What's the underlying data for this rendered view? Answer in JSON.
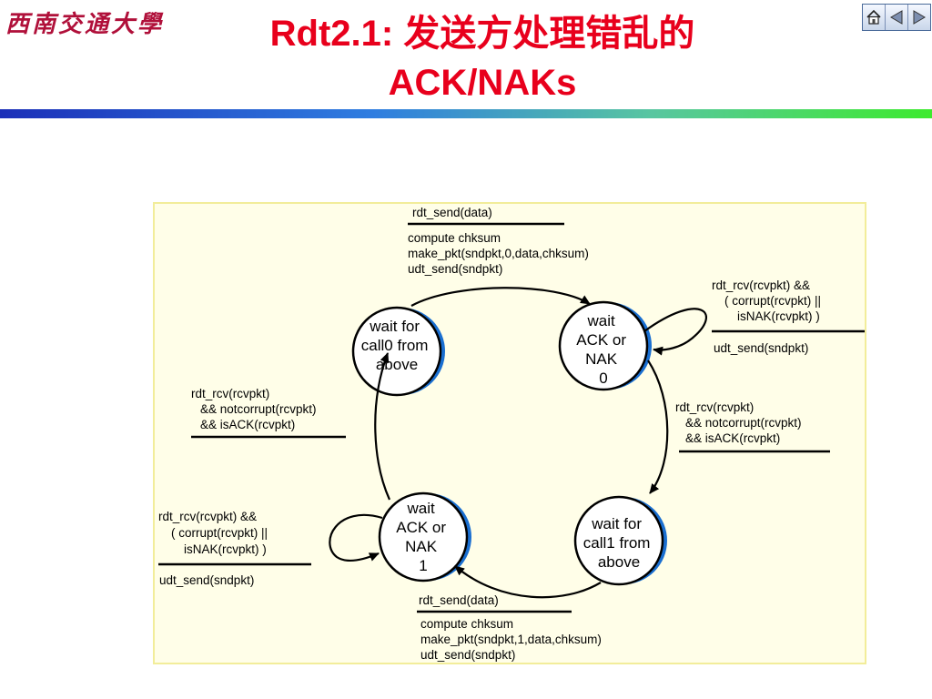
{
  "header": {
    "logo_text": "西南交通大學",
    "title_line1": "Rdt2.1: 发送方处理错乱的",
    "title_line2": "ACK/NAKs"
  },
  "nav": {
    "home_icon": "home-icon",
    "prev_icon": "left-triangle-icon",
    "next_icon": "right-triangle-icon"
  },
  "colors": {
    "title": "#e8001c",
    "panel_bg": "#fffee8",
    "state_accent": "#1a6fd1"
  },
  "states": {
    "wait_call0": [
      "wait for",
      "call0 from",
      "above"
    ],
    "wait_ack0": [
      "wait",
      "ACK or",
      "NAK",
      "0"
    ],
    "wait_call1": [
      "wait for",
      "call1 from",
      "above"
    ],
    "wait_ack1": [
      "wait",
      "ACK or",
      "NAK",
      "1"
    ]
  },
  "transitions": {
    "send0": {
      "event": "rdt_send(data)",
      "actions": [
        "compute chksum",
        "make_pkt(sndpkt,0,data,chksum)",
        "udt_send(sndpkt)"
      ]
    },
    "resend0": {
      "event": [
        "rdt_rcv(rcvpkt) &&",
        "( corrupt(rcvpkt) ||",
        "isNAK(rcvpkt)  )"
      ],
      "action": "udt_send(sndpkt)"
    },
    "ack0": {
      "event": [
        "rdt_rcv(rcvpkt)",
        "&& notcorrupt(rcvpkt)",
        "&& isACK(rcvpkt)"
      ]
    },
    "send1": {
      "event": "rdt_send(data)",
      "actions": [
        "compute chksum",
        "make_pkt(sndpkt,1,data,chksum)",
        "udt_send(sndpkt)"
      ]
    },
    "resend1": {
      "event": [
        "rdt_rcv(rcvpkt) &&",
        "( corrupt(rcvpkt) ||",
        "isNAK(rcvpkt)  )"
      ],
      "action": "udt_send(sndpkt)"
    },
    "ack1": {
      "event": [
        "rdt_rcv(rcvpkt)",
        "&& notcorrupt(rcvpkt)",
        "&& isACK(rcvpkt)"
      ]
    }
  }
}
